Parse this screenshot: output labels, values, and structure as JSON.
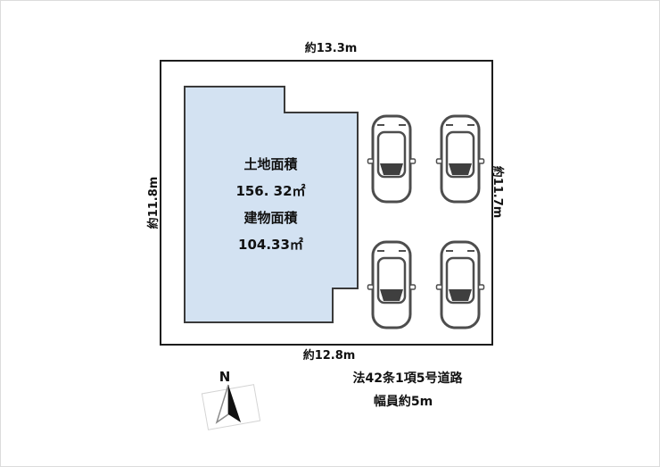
{
  "plot": {
    "dim_top": "約13.3m",
    "dim_left": "約11.8m",
    "dim_right": "約11.7m",
    "dim_bottom": "約12.8m"
  },
  "building": {
    "land_area_label": "土地面積",
    "land_area_value": "156. 32㎡",
    "building_area_label": "建物面積",
    "building_area_value": "104.33㎡"
  },
  "road": {
    "line1": "法42条1項5号道路",
    "line2": "幅員約5m"
  },
  "compass": {
    "label": "N"
  },
  "colors": {
    "building_fill": "#d3e2f2",
    "line": "#1c1c1c",
    "car_stroke": "#4d4d4d"
  }
}
